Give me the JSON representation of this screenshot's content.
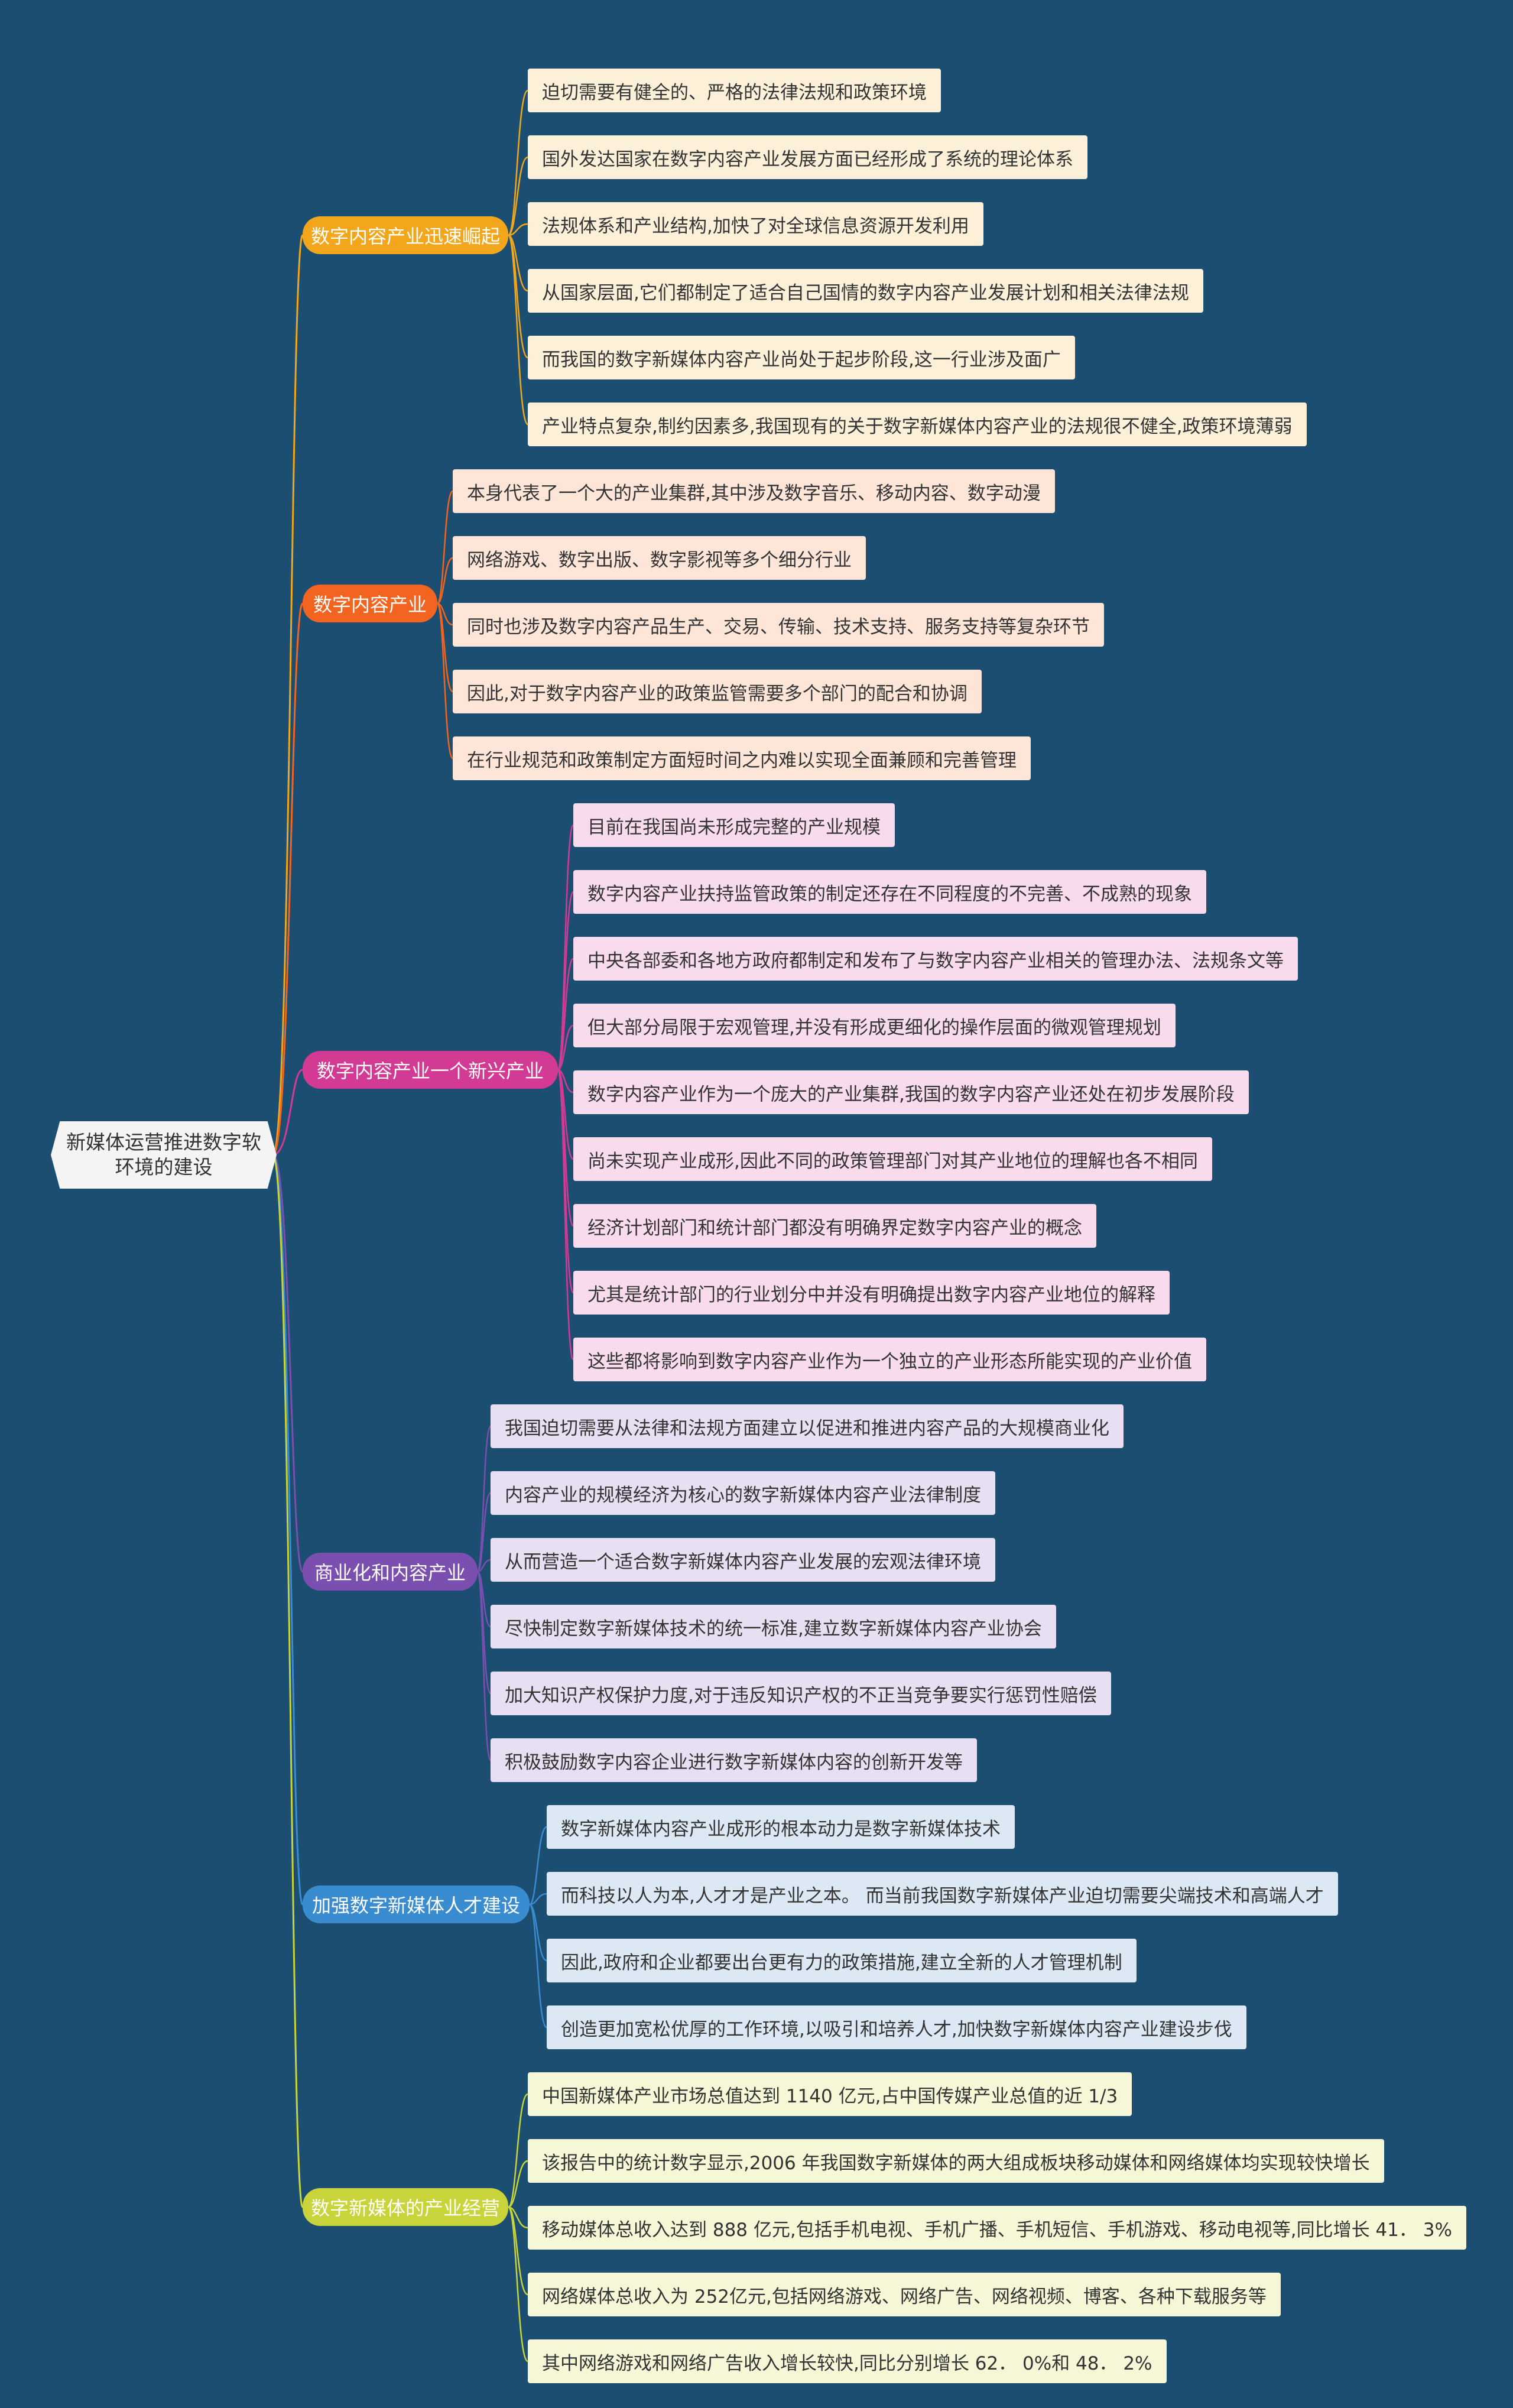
{
  "root": {
    "label": "新媒体运营推进数字软环境的建设"
  },
  "colors": {
    "background": "#1b4e70",
    "root_bg": "#f4f4f4"
  },
  "branches": [
    {
      "label": "数字内容产业迅速崛起",
      "color": "#f1a61c",
      "leaf_bg": "#fdf0d9",
      "items": [
        "迫切需要有健全的、严格的法律法规和政策环境",
        "国外发达国家在数字内容产业发展方面已经形成了系统的理论体系",
        "法规体系和产业结构,加快了对全球信息资源开发利用",
        "从国家层面,它们都制定了适合自己国情的数字内容产业发展计划和相关法律法规",
        "而我国的数字新媒体内容产业尚处于起步阶段,这一行业涉及面广",
        "产业特点复杂,制约因素多,我国现有的关于数字新媒体内容产业的法规很不健全,政策环境薄弱"
      ]
    },
    {
      "label": "数字内容产业",
      "color": "#f2641f",
      "leaf_bg": "#fde5d8",
      "items": [
        "本身代表了一个大的产业集群,其中涉及数字音乐、移动内容、数字动漫",
        "网络游戏、数字出版、数字影视等多个细分行业",
        "同时也涉及数字内容产品生产、交易、传输、技术支持、服务支持等复杂环节",
        "因此,对于数字内容产业的政策监管需要多个部门的配合和协调",
        "在行业规范和政策制定方面短时间之内难以实现全面兼顾和完善管理"
      ]
    },
    {
      "label": "数字内容产业一个新兴产业",
      "color": "#d23a94",
      "leaf_bg": "#f8dcee",
      "items": [
        "目前在我国尚未形成完整的产业规模",
        "数字内容产业扶持监管政策的制定还存在不同程度的不完善、不成熟的现象",
        "中央各部委和各地方政府都制定和发布了与数字内容产业相关的管理办法、法规条文等",
        "但大部分局限于宏观管理,并没有形成更细化的操作层面的微观管理规划",
        "数字内容产业作为一个庞大的产业集群,我国的数字内容产业还处在初步发展阶段",
        "尚未实现产业成形,因此不同的政策管理部门对其产业地位的理解也各不相同",
        "经济计划部门和统计部门都没有明确界定数字内容产业的概念",
        "尤其是统计部门的行业划分中并没有明确提出数字内容产业地位的解释",
        "这些都将影响到数字内容产业作为一个独立的产业形态所能实现的产业价值"
      ]
    },
    {
      "label": "商业化和内容产业",
      "color": "#7a4fb0",
      "leaf_bg": "#e8dff3",
      "items": [
        "我国迫切需要从法律和法规方面建立以促进和推进内容产品的大规模商业化",
        "内容产业的规模经济为核心的数字新媒体内容产业法律制度",
        "从而营造一个适合数字新媒体内容产业发展的宏观法律环境",
        "尽快制定数字新媒体技术的统一标准,建立数字新媒体内容产业协会",
        "加大知识产权保护力度,对于违反知识产权的不正当竞争要实行惩罚性赔偿",
        "积极鼓励数字内容企业进行数字新媒体内容的创新开发等"
      ]
    },
    {
      "label": "加强数字新媒体人才建设",
      "color": "#3a8cd0",
      "leaf_bg": "#dce9f5",
      "items": [
        "数字新媒体内容产业成形的根本动力是数字新媒体技术",
        "而科技以人为本,人才才是产业之本。 而当前我国数字新媒体产业迫切需要尖端技术和高端人才",
        "因此,政府和企业都要出台更有力的政策措施,建立全新的人才管理机制",
        "创造更加宽松优厚的工作环境,以吸引和培养人才,加快数字新媒体内容产业建设步伐"
      ]
    },
    {
      "label": "数字新媒体的产业经营",
      "color": "#c9d43a",
      "leaf_bg": "#f6f7d6",
      "items": [
        "中国新媒体产业市场总值达到 1140 亿元,占中国传媒产业总值的近 1/3",
        "该报告中的统计数字显示,2006 年我国数字新媒体的两大组成板块移动媒体和网络媒体均实现较快增长",
        "移动媒体总收入达到 888 亿元,包括手机电视、手机广播、手机短信、手机游戏、移动电视等,同比增长 41． 3%",
        "网络媒体总收入为 252亿元,包括网络游戏、网络广告、网络视频、博客、各种下载服务等",
        "其中网络游戏和网络广告收入增长较快,同比分别增长 62． 0%和 48． 2%"
      ]
    }
  ]
}
